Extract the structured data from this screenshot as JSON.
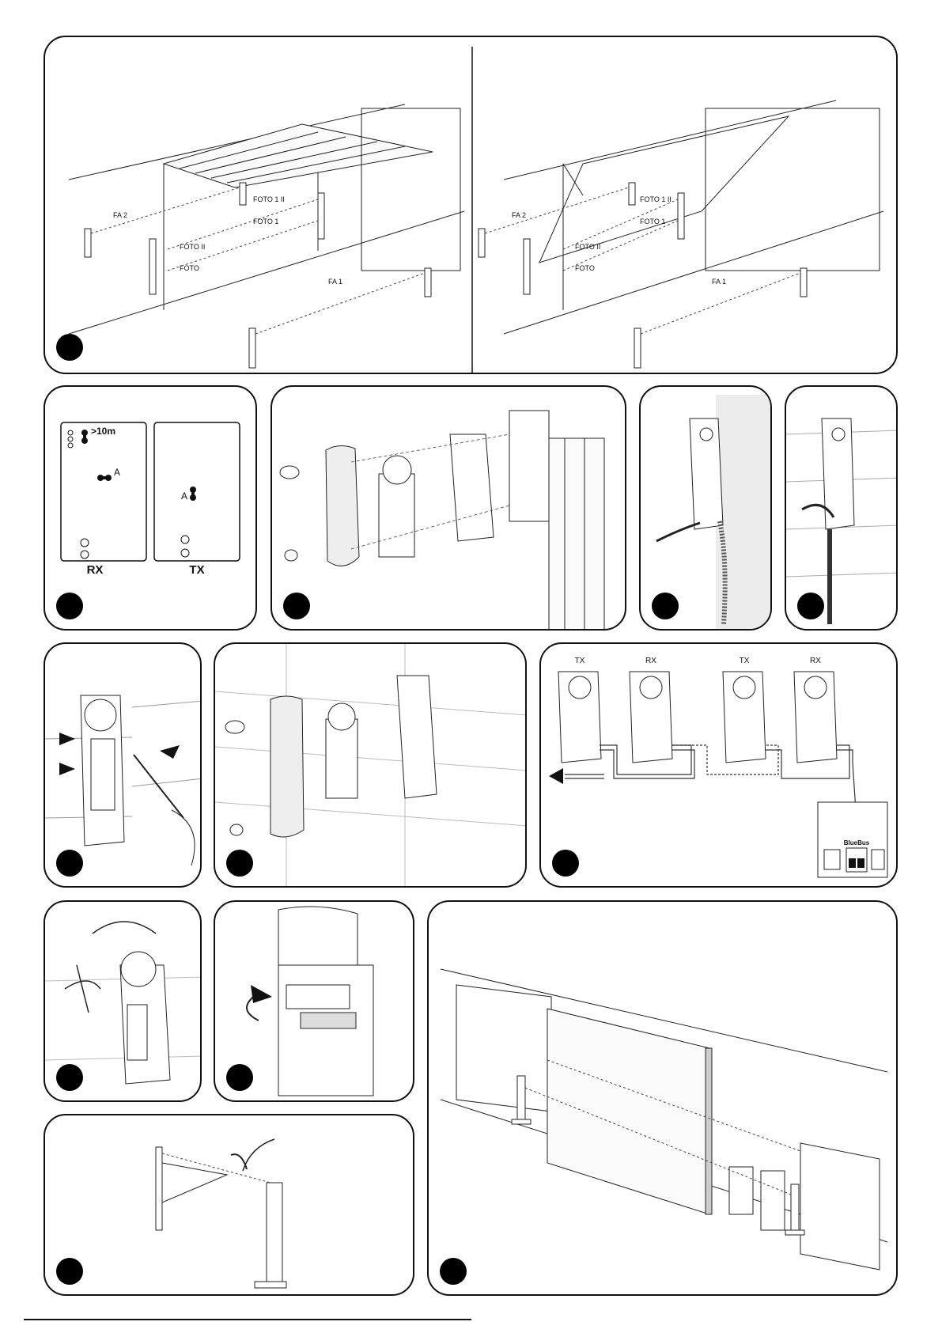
{
  "panel1": {
    "left_labels": {
      "fa2": "FA 2",
      "foto1ii": "FOTO 1 II",
      "foto1": "FOTO 1",
      "fotoii": "FOTO II",
      "foto": "FOTO",
      "fa1": "FA 1"
    },
    "right_labels": {
      "fa2": "FA 2",
      "foto1ii": "FOTO 1 II",
      "foto1": "FOTO 1",
      "fotoii": "FOTO II",
      "foto": "FOTO",
      "fa1": "FA 1"
    }
  },
  "panel2": {
    "rx_distance": ">10m",
    "rx_point": "A",
    "tx_point": "A",
    "rx_label": "RX",
    "tx_label": "TX"
  },
  "panel7": {
    "tx1": "TX",
    "rx1": "RX",
    "tx2": "TX",
    "rx2": "RX",
    "bus_label": "BlueBus"
  }
}
